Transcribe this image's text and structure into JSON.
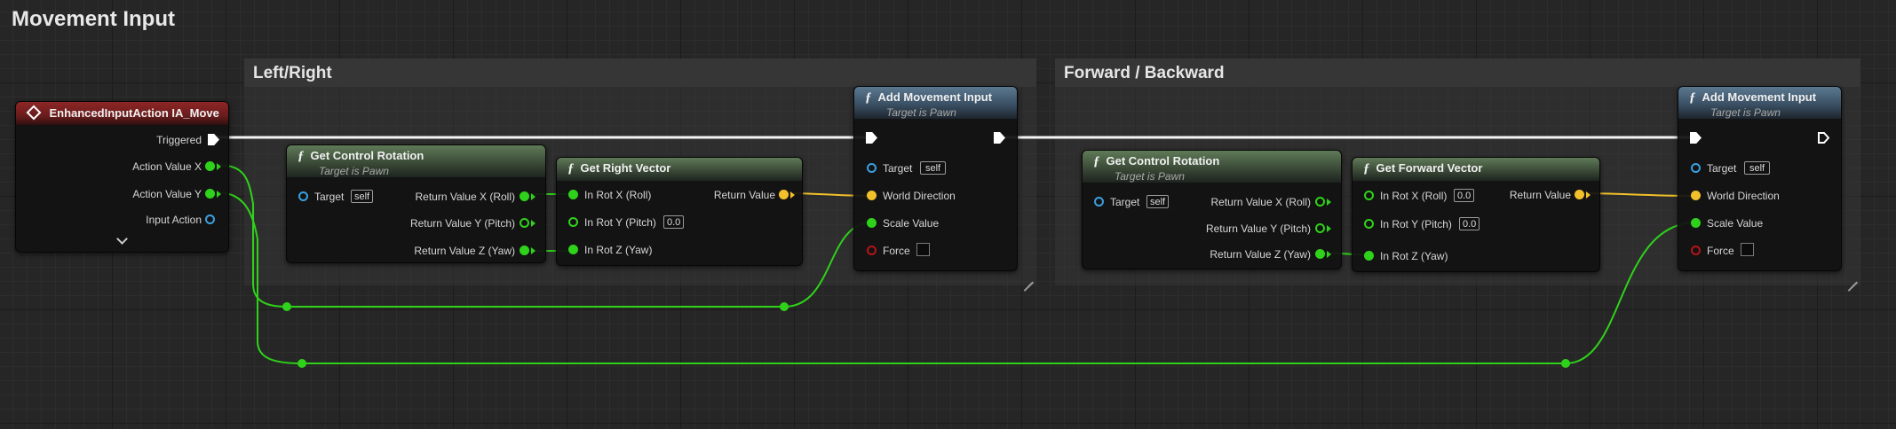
{
  "graph": {
    "title": "Movement Input"
  },
  "comments": {
    "left_right": {
      "title": "Left/Right"
    },
    "forward_backward": {
      "title": "Forward / Backward"
    }
  },
  "event_node": {
    "title": "EnhancedInputAction IA_Move",
    "pins": {
      "triggered": "Triggered",
      "action_value_x": "Action Value X",
      "action_value_y": "Action Value Y",
      "input_action": "Input Action"
    }
  },
  "get_control_rotation_1": {
    "title": "Get Control Rotation",
    "subtitle": "Target is Pawn",
    "target_label": "Target",
    "target_value": "self",
    "out_x": "Return Value X (Roll)",
    "out_y": "Return Value Y (Pitch)",
    "out_z": "Return Value Z (Yaw)"
  },
  "get_right_vector": {
    "title": "Get Right Vector",
    "in_x": "In Rot X (Roll)",
    "in_y": "In Rot Y (Pitch)",
    "in_y_value": "0.0",
    "in_z": "In Rot Z (Yaw)",
    "out": "Return Value"
  },
  "add_movement_input_1": {
    "title": "Add Movement Input",
    "subtitle": "Target is Pawn",
    "target_label": "Target",
    "target_value": "self",
    "world_direction": "World Direction",
    "scale_value": "Scale Value",
    "force": "Force"
  },
  "get_control_rotation_2": {
    "title": "Get Control Rotation",
    "subtitle": "Target is Pawn",
    "target_label": "Target",
    "target_value": "self",
    "out_x": "Return Value X (Roll)",
    "out_y": "Return Value Y (Pitch)",
    "out_z": "Return Value Z (Yaw)"
  },
  "get_forward_vector": {
    "title": "Get Forward Vector",
    "in_x": "In Rot X (Roll)",
    "in_x_value": "0.0",
    "in_y": "In Rot Y (Pitch)",
    "in_y_value": "0.0",
    "in_z": "In Rot Z (Yaw)",
    "out": "Return Value"
  },
  "add_movement_input_2": {
    "title": "Add Movement Input",
    "subtitle": "Target is Pawn",
    "target_label": "Target",
    "target_value": "self",
    "world_direction": "World Direction",
    "scale_value": "Scale Value",
    "force": "Force"
  },
  "colors": {
    "exec": "#ffffff",
    "float_pin": "#2fd21a",
    "vector_pin": "#f2c02a",
    "object_pin": "#3a9fe0",
    "bool_pin": "#b4141a",
    "event_header": "#8e2626",
    "pure_function_header": "#5f7a58",
    "function_header": "#5a7890"
  }
}
